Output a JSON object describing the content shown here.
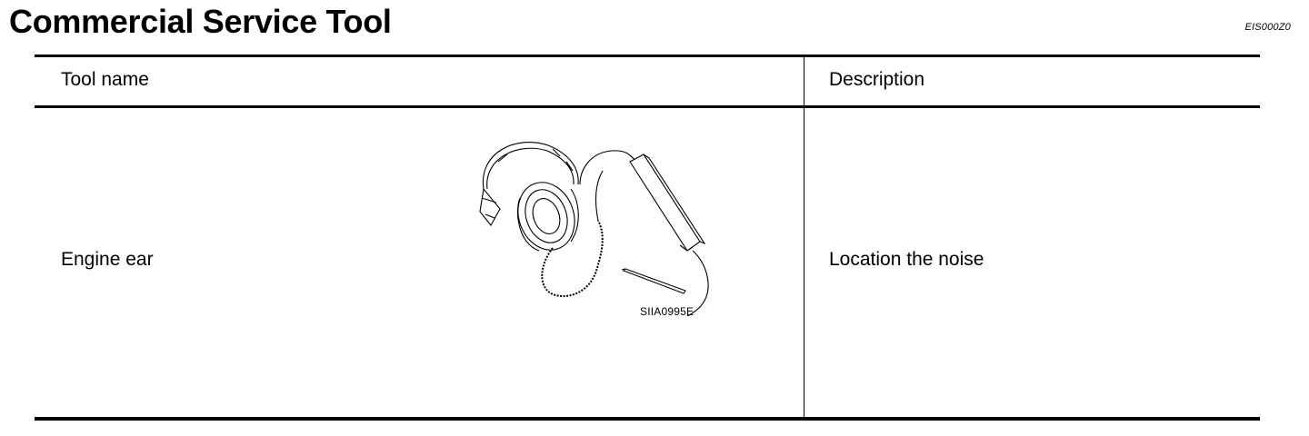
{
  "header": {
    "title": "Commercial Service Tool",
    "code": "EIS000Z0"
  },
  "table": {
    "columns": [
      "Tool name",
      "Description"
    ],
    "rows": [
      {
        "tool_name": "Engine ear",
        "illustration_code": "SIIA0995E",
        "description": "Location the noise"
      }
    ]
  }
}
